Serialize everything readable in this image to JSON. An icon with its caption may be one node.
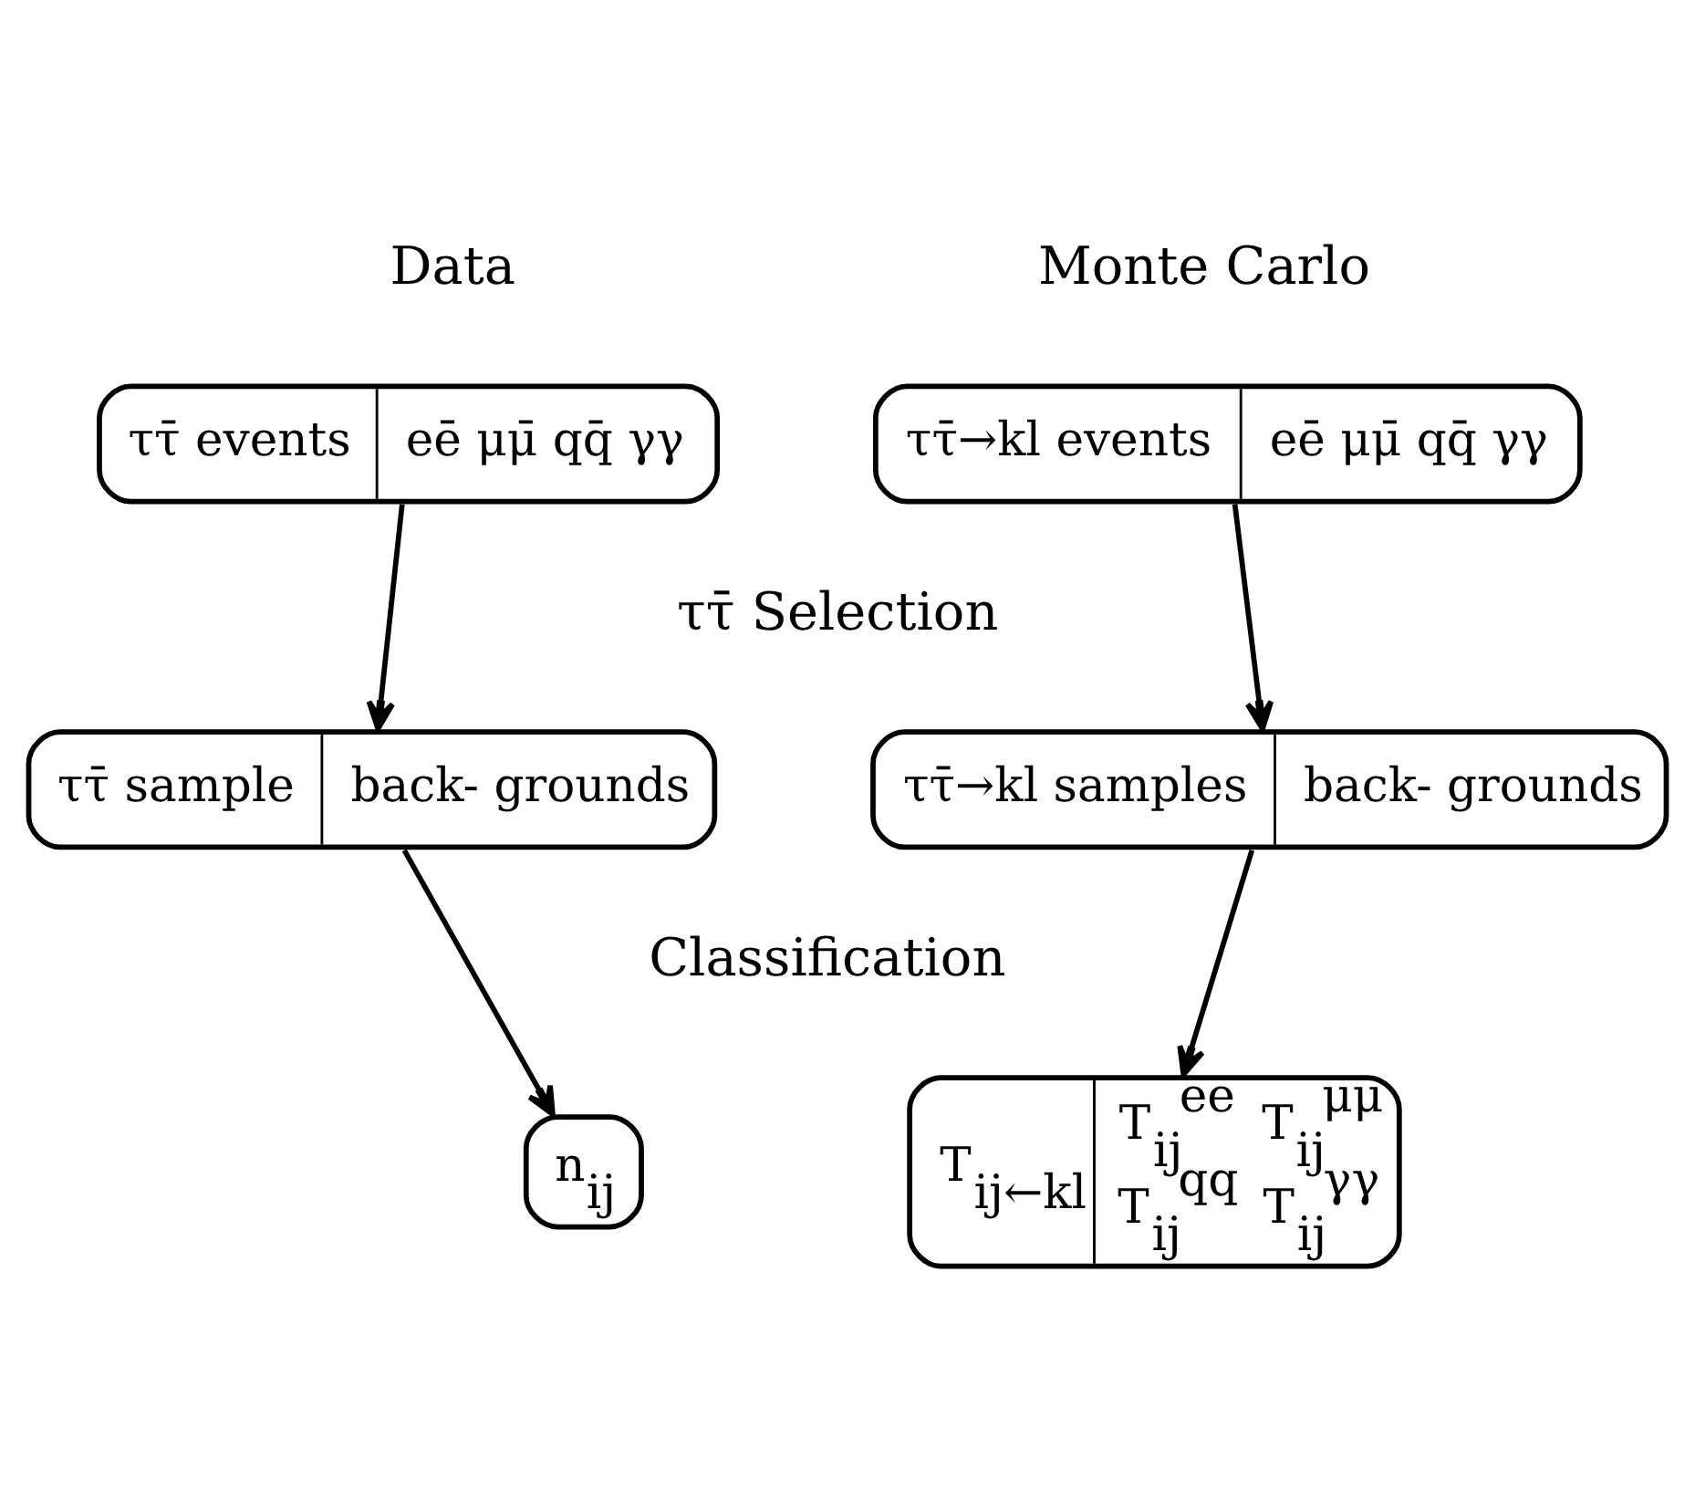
{
  "diagram": {
    "nodes": [
      {
        "text": [
          "ττ̄ events",
          "eē μμ̄ qq̄ γγ"
        ]
      },
      {
        "text": [
          "ττ̄→kl events",
          "eē μμ̄ qq̄ γγ"
        ]
      },
      {
        "text": [
          "ττ̄ sample",
          "back- grounds"
        ]
      },
      {
        "text": [
          "ττ̄→kl samples",
          "back- grounds"
        ]
      },
      {
        "text": [
          "n$_{ij}$"
        ]
      },
      {
        "text": [
          "T$_{ij←kl}$",
          "T$_{ij}$$^{ee}$",
          "T$_{ij}$$^{μμ}$",
          "T$_{ij}$$^{qq}$",
          "T$_{ij}$$^{γγ}$"
        ]
      }
    ],
    "edges": [
      {
        "from": 0,
        "to": 2,
        "arrow": "to"
      },
      {
        "from": 2,
        "to": 4,
        "arrow": "to"
      },
      {
        "from": 1,
        "to": 3,
        "arrow": "to"
      },
      {
        "from": 3,
        "to": 5,
        "arrow": "to"
      }
    ],
    "labels": [
      "Data",
      "Monte Carlo",
      "ττ̄ Selection",
      "Classification"
    ]
  }
}
